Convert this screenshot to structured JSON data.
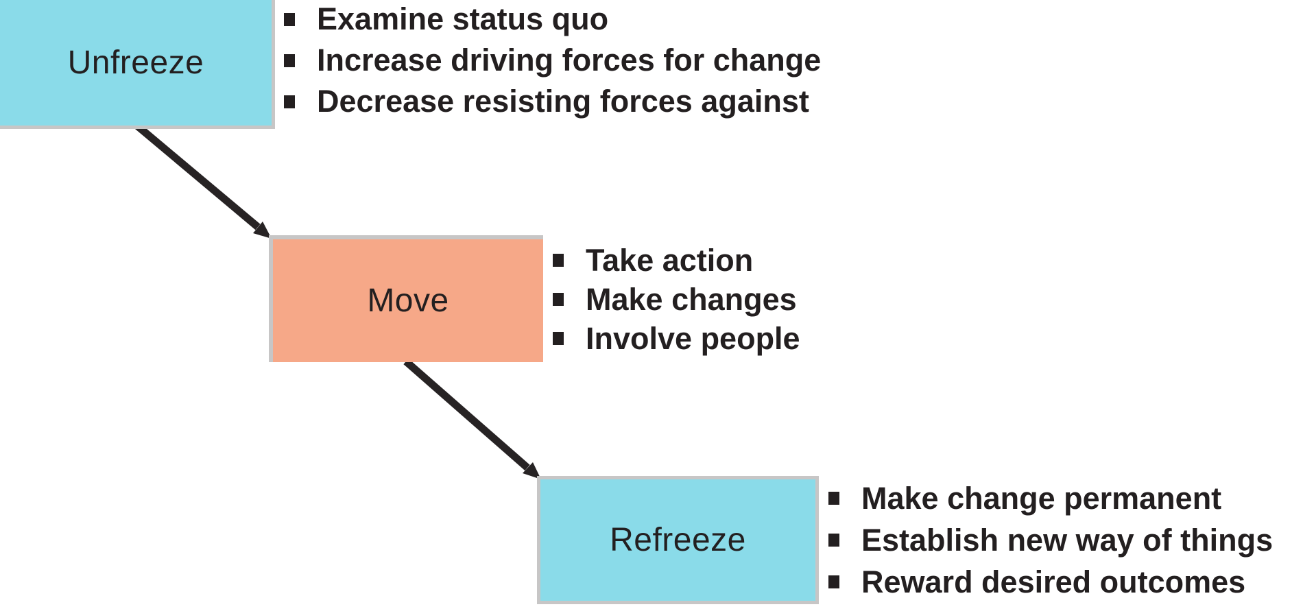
{
  "colors": {
    "cyan": "#8ADBE9",
    "peach": "#F6A888",
    "border_gray": "#C7C6C6",
    "text_dark": "#231F20",
    "arrow": "#272324"
  },
  "stages": [
    {
      "label": "Unfreeze",
      "fill": "cyan",
      "bullets": [
        "Examine status quo",
        "Increase driving forces for change",
        "Decrease resisting forces against"
      ]
    },
    {
      "label": "Move",
      "fill": "peach",
      "bullets": [
        "Take action",
        "Make changes",
        "Involve people"
      ]
    },
    {
      "label": "Refreeze",
      "fill": "cyan",
      "bullets": [
        "Make change permanent",
        "Establish new way of things",
        "Reward desired outcomes"
      ]
    }
  ]
}
